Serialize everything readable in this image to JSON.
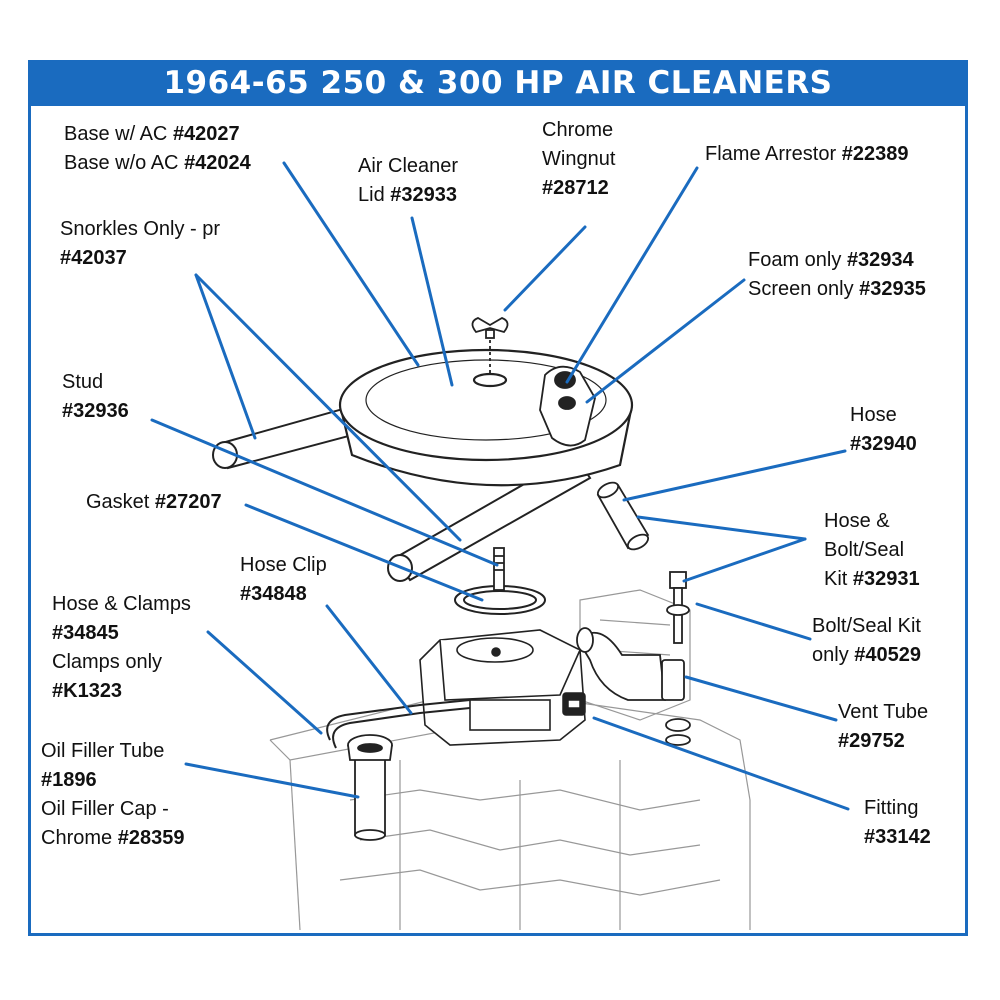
{
  "title": "1964-65 250 & 300 HP AIR CLEANERS",
  "accent_color": "#1a6bbf",
  "labels": {
    "base_ac": {
      "text": "Base w/ AC ",
      "num": "#42027"
    },
    "base_no_ac": {
      "text": "Base w/o AC ",
      "num": "#42024"
    },
    "lid_line1": {
      "text": "Air Cleaner"
    },
    "lid_line2": {
      "text": "Lid ",
      "num": "#32933"
    },
    "wingnut_line1": {
      "text": "Chrome"
    },
    "wingnut_line2": {
      "text": "Wingnut"
    },
    "wingnut_line3": {
      "num": "#28712"
    },
    "arrestor": {
      "text": "Flame Arrestor ",
      "num": "#22389"
    },
    "snorkles_line1": {
      "text": "Snorkles Only - pr"
    },
    "snorkles_line2": {
      "num": "#42037"
    },
    "foam": {
      "text": "Foam only ",
      "num": "#32934"
    },
    "screen": {
      "text": "Screen only ",
      "num": "#32935"
    },
    "stud_line1": {
      "text": "Stud"
    },
    "stud_line2": {
      "num": "#32936"
    },
    "hose_line1": {
      "text": "Hose"
    },
    "hose_line2": {
      "num": "#32940"
    },
    "gasket": {
      "text": "Gasket ",
      "num": "#27207"
    },
    "hosekit_line1": {
      "text": "Hose &"
    },
    "hosekit_line2": {
      "text": "Bolt/Seal"
    },
    "hosekit_line3": {
      "text": "Kit ",
      "num": "#32931"
    },
    "hoseclip_line1": {
      "text": "Hose Clip"
    },
    "hoseclip_line2": {
      "num": "#34848"
    },
    "hoseclamps_line1": {
      "text": "Hose & Clamps"
    },
    "hoseclamps_line2": {
      "num": "#34845"
    },
    "clamps_line1": {
      "text": "Clamps only"
    },
    "clamps_line2": {
      "num": "#K1323"
    },
    "boltseal_line1": {
      "text": "Bolt/Seal Kit"
    },
    "boltseal_line2": {
      "text": "only ",
      "num": "#40529"
    },
    "vent_line1": {
      "text": "Vent Tube"
    },
    "vent_line2": {
      "num": "#29752"
    },
    "oiltube_line1": {
      "text": "Oil Filler Tube"
    },
    "oiltube_line2": {
      "num": "#1896"
    },
    "oilcap_line1": {
      "text": "Oil Filler Cap -"
    },
    "oilcap_line2": {
      "text": "Chrome ",
      "num": "#28359"
    },
    "fitting_line1": {
      "text": "Fitting"
    },
    "fitting_line2": {
      "num": "#33142"
    }
  }
}
